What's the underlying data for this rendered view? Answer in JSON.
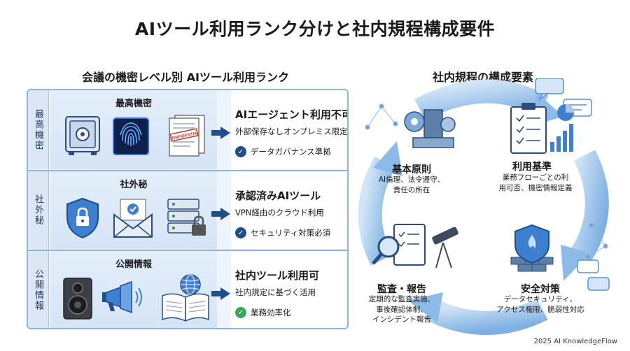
{
  "title": "AIツール利用ランク分けと社内規程構成要件",
  "left": {
    "heading": "会議の機密レベル別 AIツール利用ランク",
    "ranks": [
      {
        "label": "最高機密",
        "illus_title": "最高機密",
        "doc_stamp": "CONFIDENTIAL",
        "main": "AIエージェント利用不可",
        "sub": "外部保存なしオンプレミス限定",
        "check": "データガバナンス準拠"
      },
      {
        "label": "社外秘",
        "illus_title": "社外秘",
        "main": "承認済みAIツール",
        "sub": "VPN経由のクラウド利用",
        "check": "セキュリティ対策必須"
      },
      {
        "label": "公開情報",
        "illus_title": "公開情報",
        "main": "社内ツール利用可",
        "sub": "社内規定に基づく活用",
        "check": "業務効率化"
      }
    ]
  },
  "right": {
    "heading": "社内規程の構成要素",
    "nodes": [
      {
        "title": "基本原則",
        "lines": [
          "AI倫理、法令遵守、",
          "責任の所在"
        ]
      },
      {
        "title": "利用基準",
        "lines": [
          "業務フローごとの利",
          "用可否、機密情報定義"
        ]
      },
      {
        "title": "安全対策",
        "lines": [
          "データセキュリティ、",
          "アクセス権限、脆弱性対応"
        ]
      },
      {
        "title": "監査・報告",
        "lines": [
          "定期的な監査実施、",
          "事後確認体制、",
          "インシデント報告"
        ]
      }
    ]
  },
  "footer": "2025 AI KnowledgeFlow",
  "colors": {
    "primary": "#1f4e8c",
    "panel_border": "#8fb4d8",
    "panel_bg": "#eef4fb",
    "cycle_light": "#bcd6f0",
    "cycle_mid": "#7fb0e3",
    "check_green": "#3aa85a"
  }
}
